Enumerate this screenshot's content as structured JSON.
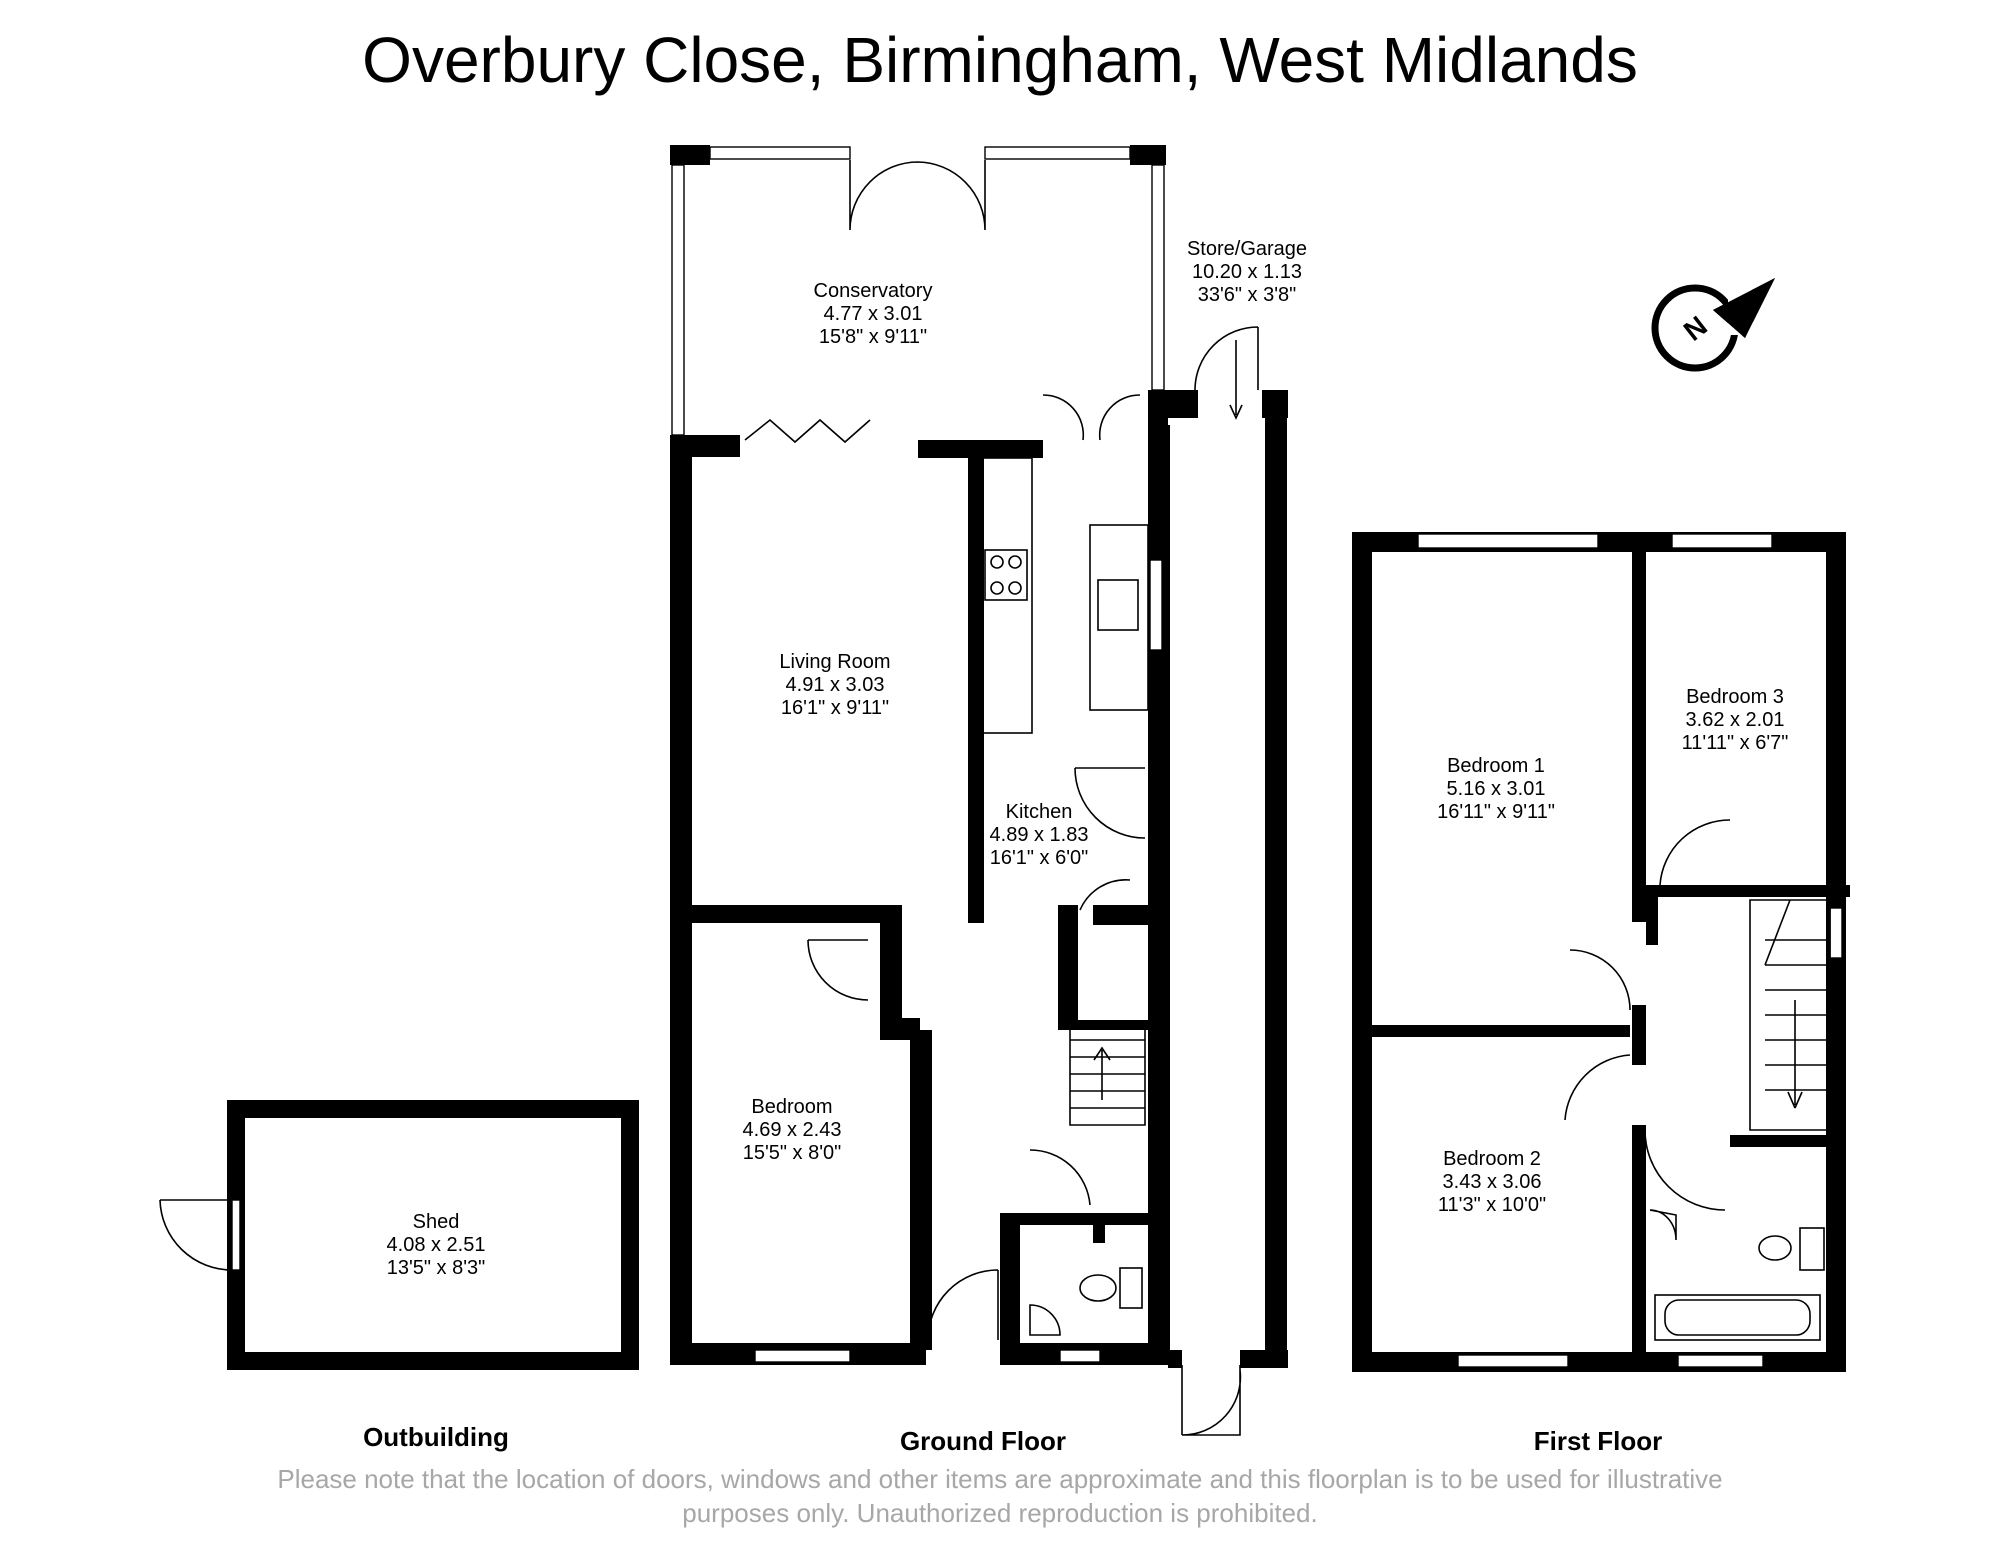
{
  "title": "Overbury Close, Birmingham, West Midlands",
  "rooms": {
    "conservatory": {
      "name": "Conservatory",
      "metric": "4.77 x 3.01",
      "imperial": "15'8\" x 9'11\""
    },
    "store_garage": {
      "name": "Store/Garage",
      "metric": "10.20 x 1.13",
      "imperial": "33'6\" x 3'8\""
    },
    "living_room": {
      "name": "Living Room",
      "metric": "4.91 x 3.03",
      "imperial": "16'1\" x 9'11\""
    },
    "kitchen": {
      "name": "Kitchen",
      "metric": "4.89 x 1.83",
      "imperial": "16'1\" x 6'0\""
    },
    "bedroom_ground": {
      "name": "Bedroom",
      "metric": "4.69 x 2.43",
      "imperial": "15'5\" x 8'0\""
    },
    "shed": {
      "name": "Shed",
      "metric": "4.08 x 2.51",
      "imperial": "13'5\" x 8'3\""
    },
    "bedroom1": {
      "name": "Bedroom 1",
      "metric": "5.16 x 3.01",
      "imperial": "16'11\" x 9'11\""
    },
    "bedroom2": {
      "name": "Bedroom 2",
      "metric": "3.43 x 3.06",
      "imperial": "11'3\" x 10'0\""
    },
    "bedroom3": {
      "name": "Bedroom 3",
      "metric": "3.62 x 2.01",
      "imperial": "11'11\" x 6'7\""
    }
  },
  "floors": {
    "outbuilding": "Outbuilding",
    "ground": "Ground Floor",
    "first": "First Floor"
  },
  "compass": {
    "letter": "N"
  },
  "disclaimer": {
    "line1": "Please note that the location of doors, windows and other items are approximate and this floorplan is to be used for illustrative",
    "line2": "purposes only. Unauthorized reproduction is prohibited."
  }
}
